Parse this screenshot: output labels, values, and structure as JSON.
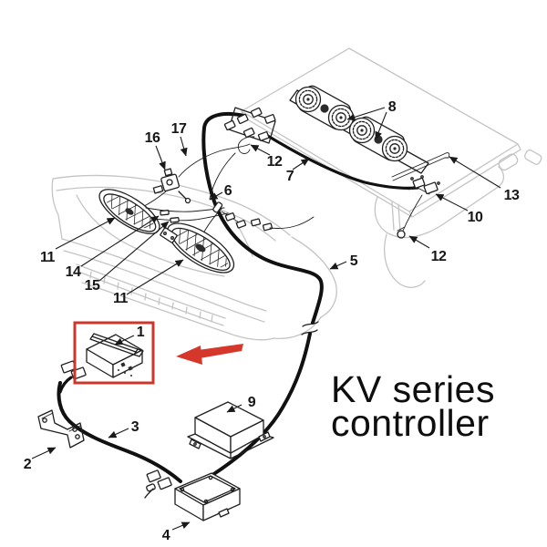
{
  "figure": {
    "annotation_line1": "KV series",
    "annotation_line2": "controller",
    "highlighted_part": "1"
  },
  "callouts": [
    {
      "num": "16"
    },
    {
      "num": "17"
    },
    {
      "num": "12"
    },
    {
      "num": "7"
    },
    {
      "num": "8"
    },
    {
      "num": "13"
    },
    {
      "num": "10"
    },
    {
      "num": "12"
    },
    {
      "num": "5"
    },
    {
      "num": "6"
    },
    {
      "num": "11"
    },
    {
      "num": "14"
    },
    {
      "num": "15"
    },
    {
      "num": "11"
    },
    {
      "num": "1"
    },
    {
      "num": "2"
    },
    {
      "num": "3"
    },
    {
      "num": "9"
    },
    {
      "num": "4"
    }
  ],
  "colors": {
    "line_art": "#1f1f1f",
    "faint_art": "#c4c4c4",
    "highlight_red": "#cc372b",
    "text": "#0e0e0e",
    "background": "#ffffff"
  }
}
